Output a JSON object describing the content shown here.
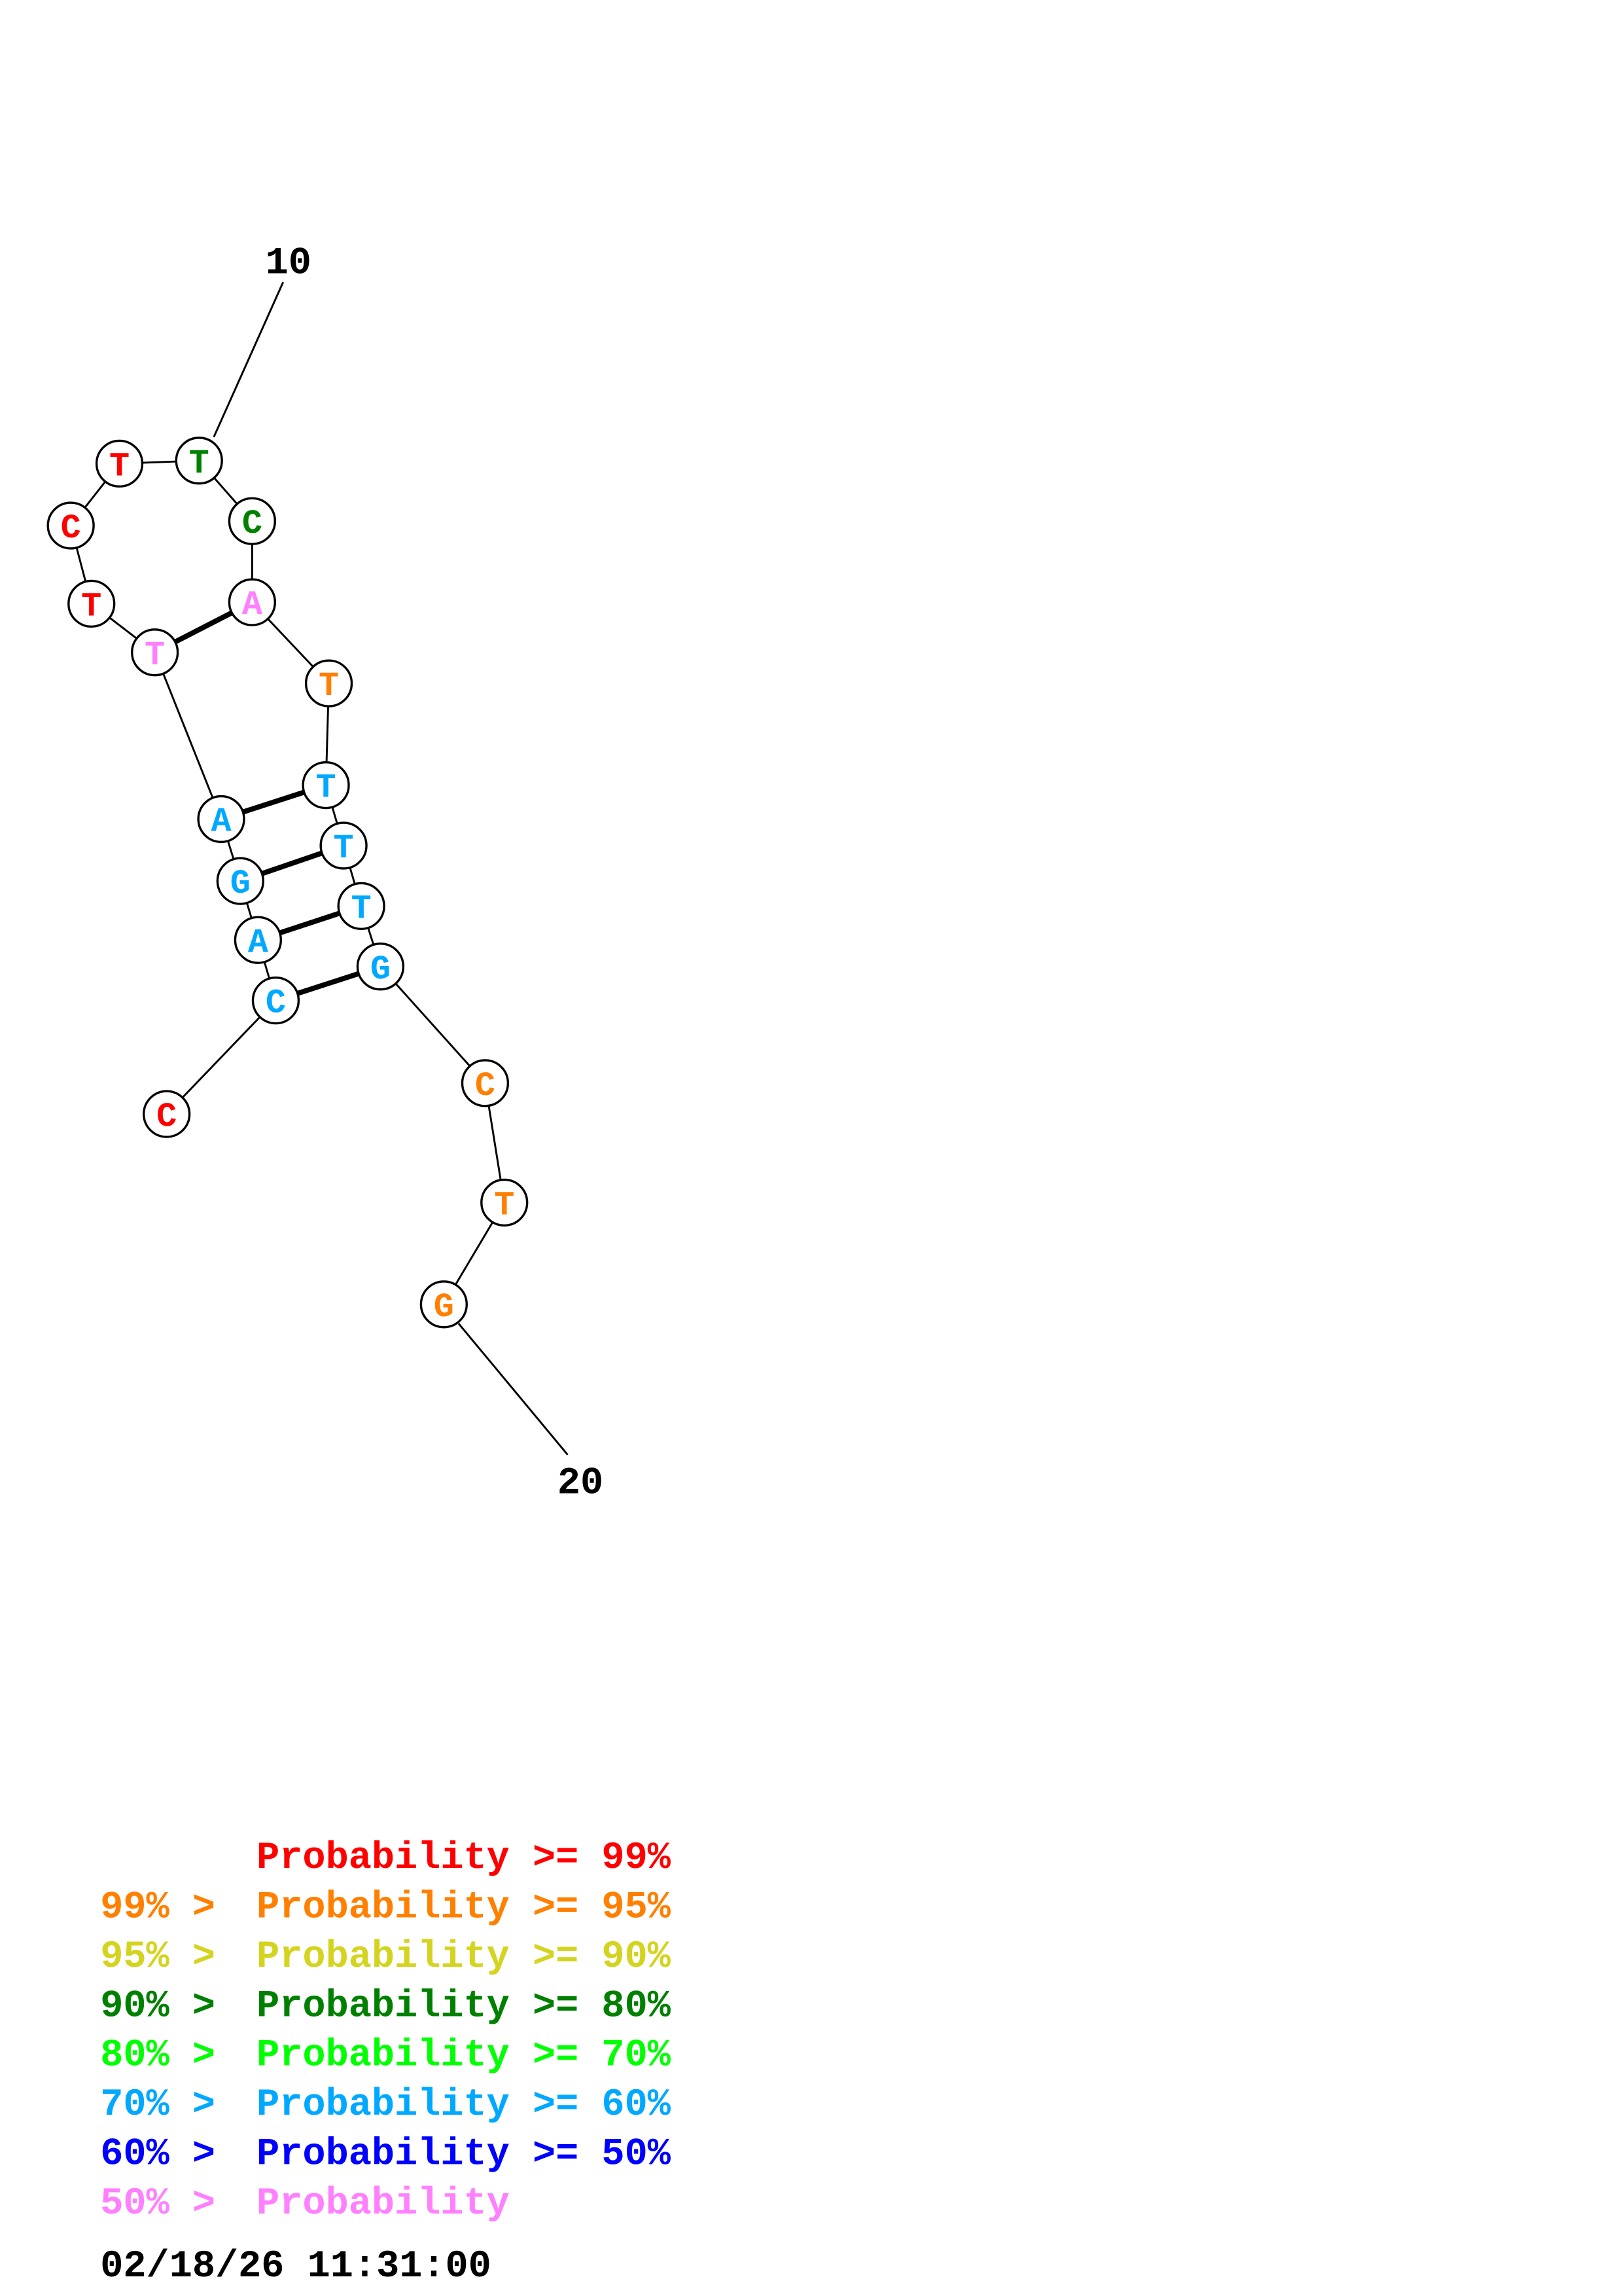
{
  "structure": {
    "start_label": "10",
    "end_label": "20",
    "nucleotides": [
      {
        "base": "C",
        "prob": "p99"
      },
      {
        "base": "C",
        "prob": "p60_70"
      },
      {
        "base": "A",
        "prob": "p60_70"
      },
      {
        "base": "G",
        "prob": "p60_70"
      },
      {
        "base": "A",
        "prob": "p60_70"
      },
      {
        "base": "T",
        "prob": "p_lt50"
      },
      {
        "base": "T",
        "prob": "p99"
      },
      {
        "base": "C",
        "prob": "p99"
      },
      {
        "base": "T",
        "prob": "p99"
      },
      {
        "base": "T",
        "prob": "p80_90"
      },
      {
        "base": "C",
        "prob": "p80_90"
      },
      {
        "base": "A",
        "prob": "p_lt50"
      },
      {
        "base": "T",
        "prob": "p95_99"
      },
      {
        "base": "T",
        "prob": "p60_70"
      },
      {
        "base": "T",
        "prob": "p60_70"
      },
      {
        "base": "T",
        "prob": "p60_70"
      },
      {
        "base": "G",
        "prob": "p60_70"
      },
      {
        "base": "C",
        "prob": "p95_99"
      },
      {
        "base": "T",
        "prob": "p95_99"
      },
      {
        "base": "G",
        "prob": "p95_99"
      }
    ],
    "pairs": [
      [
        6,
        12
      ],
      [
        5,
        14
      ],
      [
        4,
        15
      ],
      [
        3,
        16
      ],
      [
        2,
        17
      ]
    ]
  },
  "colors": {
    "p99": "#ff0000",
    "p95_99": "#ff8000",
    "p90_95": "#d4d420",
    "p80_90": "#008000",
    "p70_80": "#00ff00",
    "p60_70": "#00a8ff",
    "p50_60": "#0000ff",
    "p_lt50": "#ff80ff"
  },
  "legend": [
    {
      "prefix": "",
      "text": "Probability >= 99%",
      "color": "#ff0000"
    },
    {
      "prefix": "99% > ",
      "text": "Probability >= 95%",
      "color": "#ff8000"
    },
    {
      "prefix": "95% > ",
      "text": "Probability >= 90%",
      "color": "#d4d420"
    },
    {
      "prefix": "90% > ",
      "text": "Probability >= 80%",
      "color": "#008000"
    },
    {
      "prefix": "80% > ",
      "text": "Probability >= 70%",
      "color": "#00ff00"
    },
    {
      "prefix": "70% > ",
      "text": "Probability >= 60%",
      "color": "#00a8ff"
    },
    {
      "prefix": "60% > ",
      "text": "Probability >= 50%",
      "color": "#0000ff"
    },
    {
      "prefix": "50% > ",
      "text": "Probability",
      "color": "#ff80ff"
    }
  ],
  "timestamp": "02/18/26 11:31:00"
}
